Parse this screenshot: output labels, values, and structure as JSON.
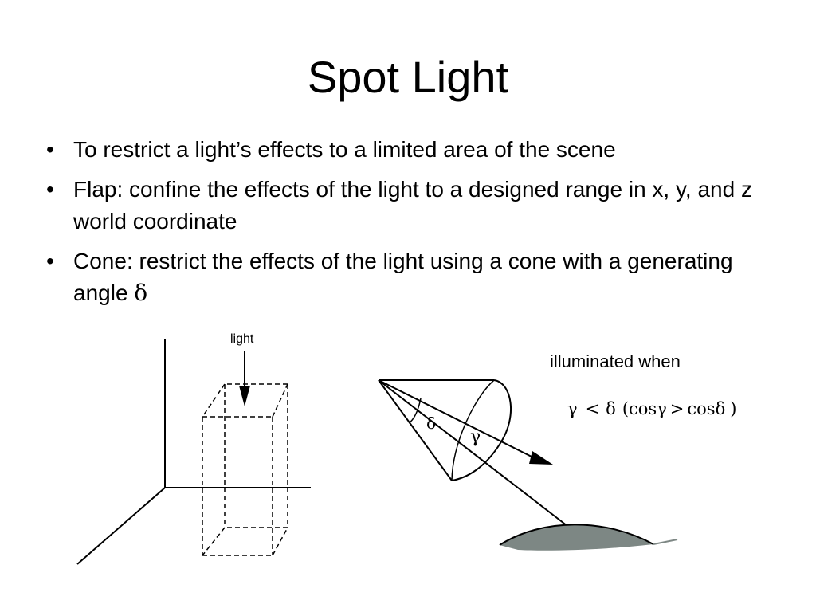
{
  "slide": {
    "title": "Spot Light",
    "bullets": [
      {
        "text": "To restrict a light’s effects to a limited area of the scene"
      },
      {
        "text": "Flap: confine the effects of the light to a designed range in x, y, and z world coordinate"
      },
      {
        "text": "Cone: restrict the effects of the light using a cone with a generating angle ",
        "symbol": "δ"
      }
    ],
    "bullet_char": "•"
  },
  "figure": {
    "light_label": "light",
    "cone_angle_label": "δ",
    "ray_angle_label": "γ",
    "illuminated_label": "illuminated when",
    "condition": {
      "gamma": "γ",
      "lt": "<",
      "delta": "δ",
      "open": "(cos",
      "gamma2": "γ",
      "gt": ">",
      "cos": "cos",
      "delta2": "δ",
      "close": ")"
    },
    "colors": {
      "surface_fill": "#7d8784",
      "line": "#000000"
    }
  }
}
